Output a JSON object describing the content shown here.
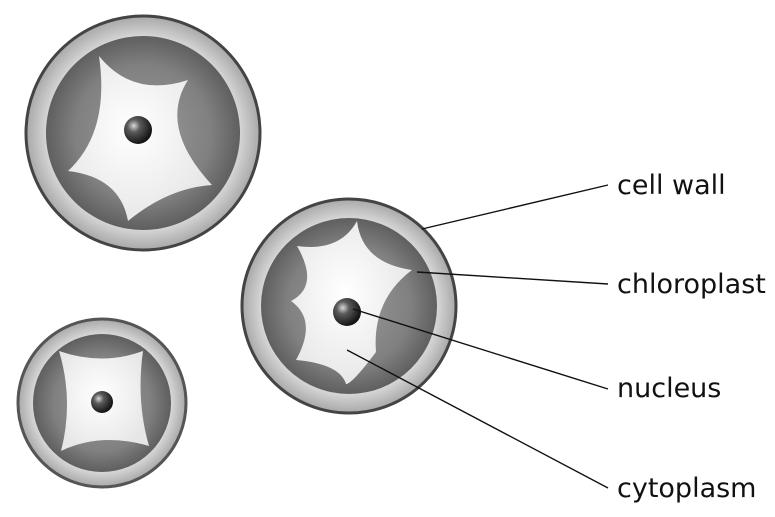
{
  "labels": {
    "cell_wall": "cell wall",
    "chloroplast": "chloroplast",
    "nucleus": "nucleus",
    "cytoplasm": "cytoplasm"
  },
  "colors": {
    "background": "#ffffff",
    "cell_wall_fill": "#e2e2e2",
    "cell_wall_outline": "#444444",
    "chloroplast": "#7f7f7f",
    "cytoplasm": "#fafafa",
    "nucleus": "#2e2e2e",
    "text": "#111111"
  }
}
